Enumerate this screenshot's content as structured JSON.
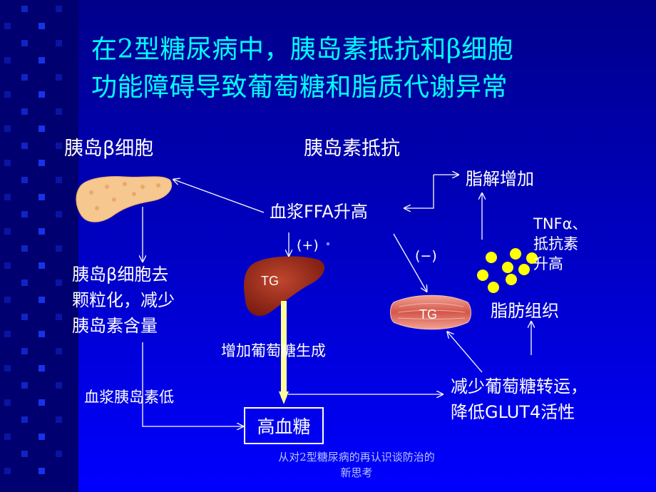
{
  "title": {
    "line1": "在2型糖尿病中，胰岛素抵抗和β细胞",
    "line2": "功能障碍导致葡萄糖和脂质代谢异常"
  },
  "nodes": {
    "beta_cell": "胰岛β细胞",
    "insulin_resistance": "胰岛素抵抗",
    "lipolysis_up": "脂解增加",
    "ffa_up": "血浆FFA升高",
    "tnf_line1": "TNFα、",
    "tnf_line2": "抵抗素",
    "tnf_line3": "升高",
    "beta_degran_line1": "胰岛β细胞去",
    "beta_degran_line2": "颗粒化，减少",
    "beta_degran_line3": "胰岛素含量",
    "adipose": "脂肪组织",
    "glucose_prod": "增加葡萄糖生成",
    "low_insulin": "血浆胰岛素低",
    "glucose_transport_line1": "减少葡萄糖转运，",
    "glucose_transport_line2": "降低GLUT4活性",
    "hyperglycemia": "高血糖"
  },
  "signs": {
    "plus": "(+)",
    "minus": "(−)"
  },
  "organ_labels": {
    "liver": "TG",
    "muscle": "TG"
  },
  "colors": {
    "title": "#00ffff",
    "text": "#ffffff",
    "arrow": "#ffffff",
    "glucose_arrow": "#ffff99",
    "pancreas": "#f6c78f",
    "liver": "#9c2a1a",
    "muscle": "#e07a6a",
    "fat_dots": "#ffff00"
  },
  "footer": {
    "line1": "从对2型糖尿病的再认识谈防治的",
    "line2": "新思考"
  }
}
